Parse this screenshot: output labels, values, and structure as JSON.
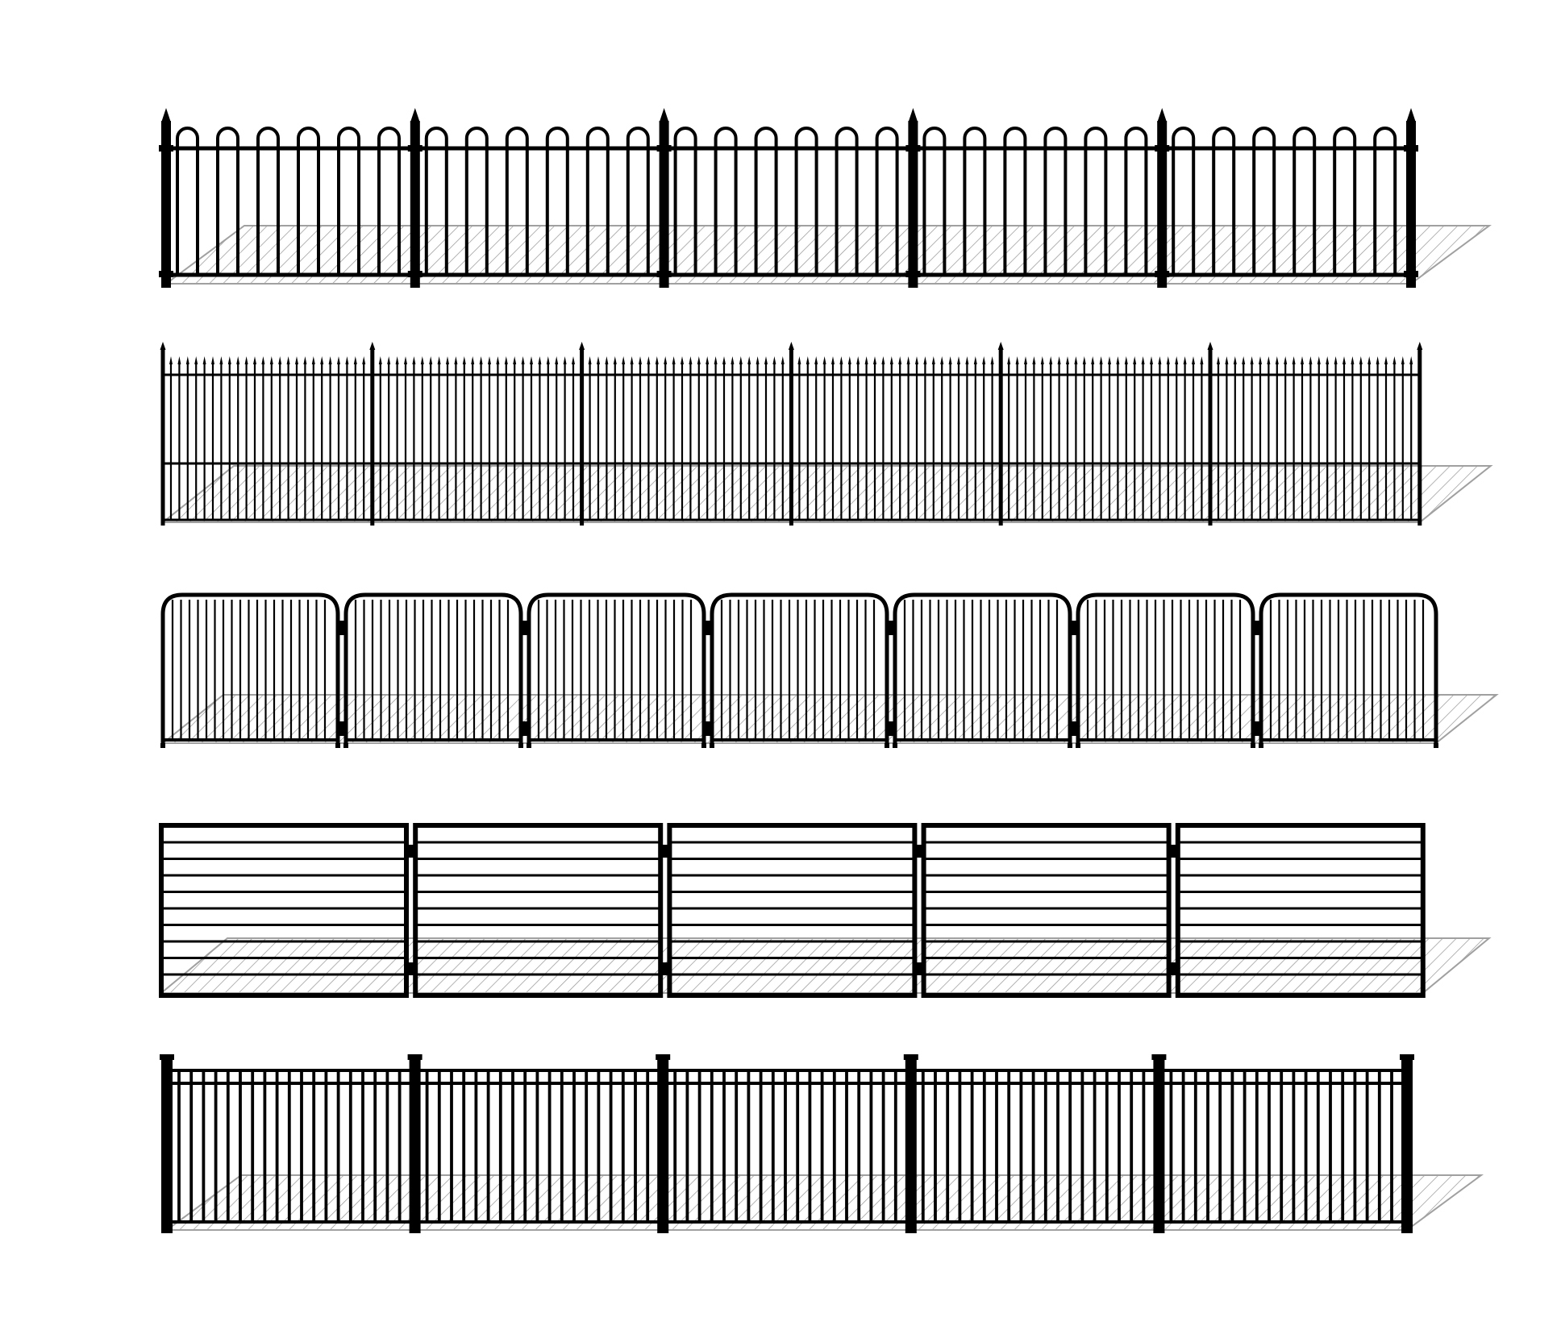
{
  "colors": {
    "metal": "#000000",
    "shadow": "#8a8a8a",
    "background": "#ffffff"
  },
  "fences": [
    {
      "style": "hoop-top-with-finial-posts",
      "panels": 5,
      "loops_per_panel": 6
    },
    {
      "style": "spear-top-pickets-thin-posts",
      "panels": 6
    },
    {
      "style": "rounded-bow-top-panels",
      "panels": 7
    },
    {
      "style": "horizontal-bar-panels",
      "panels": 5
    },
    {
      "style": "flat-top-pickets-square-posts",
      "panels": 5
    }
  ]
}
